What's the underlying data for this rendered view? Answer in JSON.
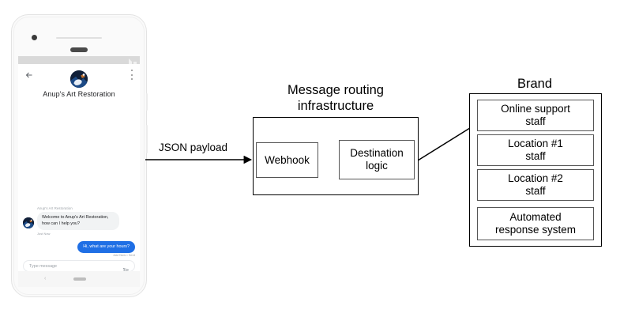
{
  "phone": {
    "status_icons": [
      "signal-icon",
      "wifi-icon"
    ],
    "back_icon": "back-arrow-icon",
    "menu_icon": "kebab-menu-icon",
    "avatar_icon": "brand-avatar",
    "brand_title": "Anup's Art Restoration",
    "conversation": {
      "sender_name": "Anup's Art Restoration",
      "incoming_message": "Welcome to Anup's Art Restoration, how can I help you?",
      "incoming_timestamp": "Just Now",
      "outgoing_message": "Hi, what are your hours?",
      "outgoing_timestamp": "Just Now • Sent"
    },
    "composer": {
      "placeholder": "Type message",
      "send_icon": "send-icon"
    },
    "navbar": {
      "back": "‹",
      "home_pill": "home-pill"
    }
  },
  "diagram": {
    "payload_label": "JSON payload",
    "infrastructure": {
      "title_line1": "Message routing",
      "title_line2": "infrastructure",
      "nodes": [
        {
          "label": "Webhook"
        },
        {
          "label": "Destination\nlogic",
          "line1": "Destination",
          "line2": "logic"
        }
      ]
    },
    "brand": {
      "title": "Brand",
      "items": [
        {
          "line1": "Online support",
          "line2": "staff"
        },
        {
          "line1": "Location #1",
          "line2": "staff"
        },
        {
          "line1": "Location #2",
          "line2": "staff"
        },
        {
          "line1": "Automated",
          "line2": "response system"
        }
      ]
    }
  },
  "colors": {
    "outgoing_bubble": "#1f6fe5",
    "incoming_bubble": "#f1f3f4",
    "stroke": "#000000",
    "muted_text": "#9aa0a6"
  }
}
